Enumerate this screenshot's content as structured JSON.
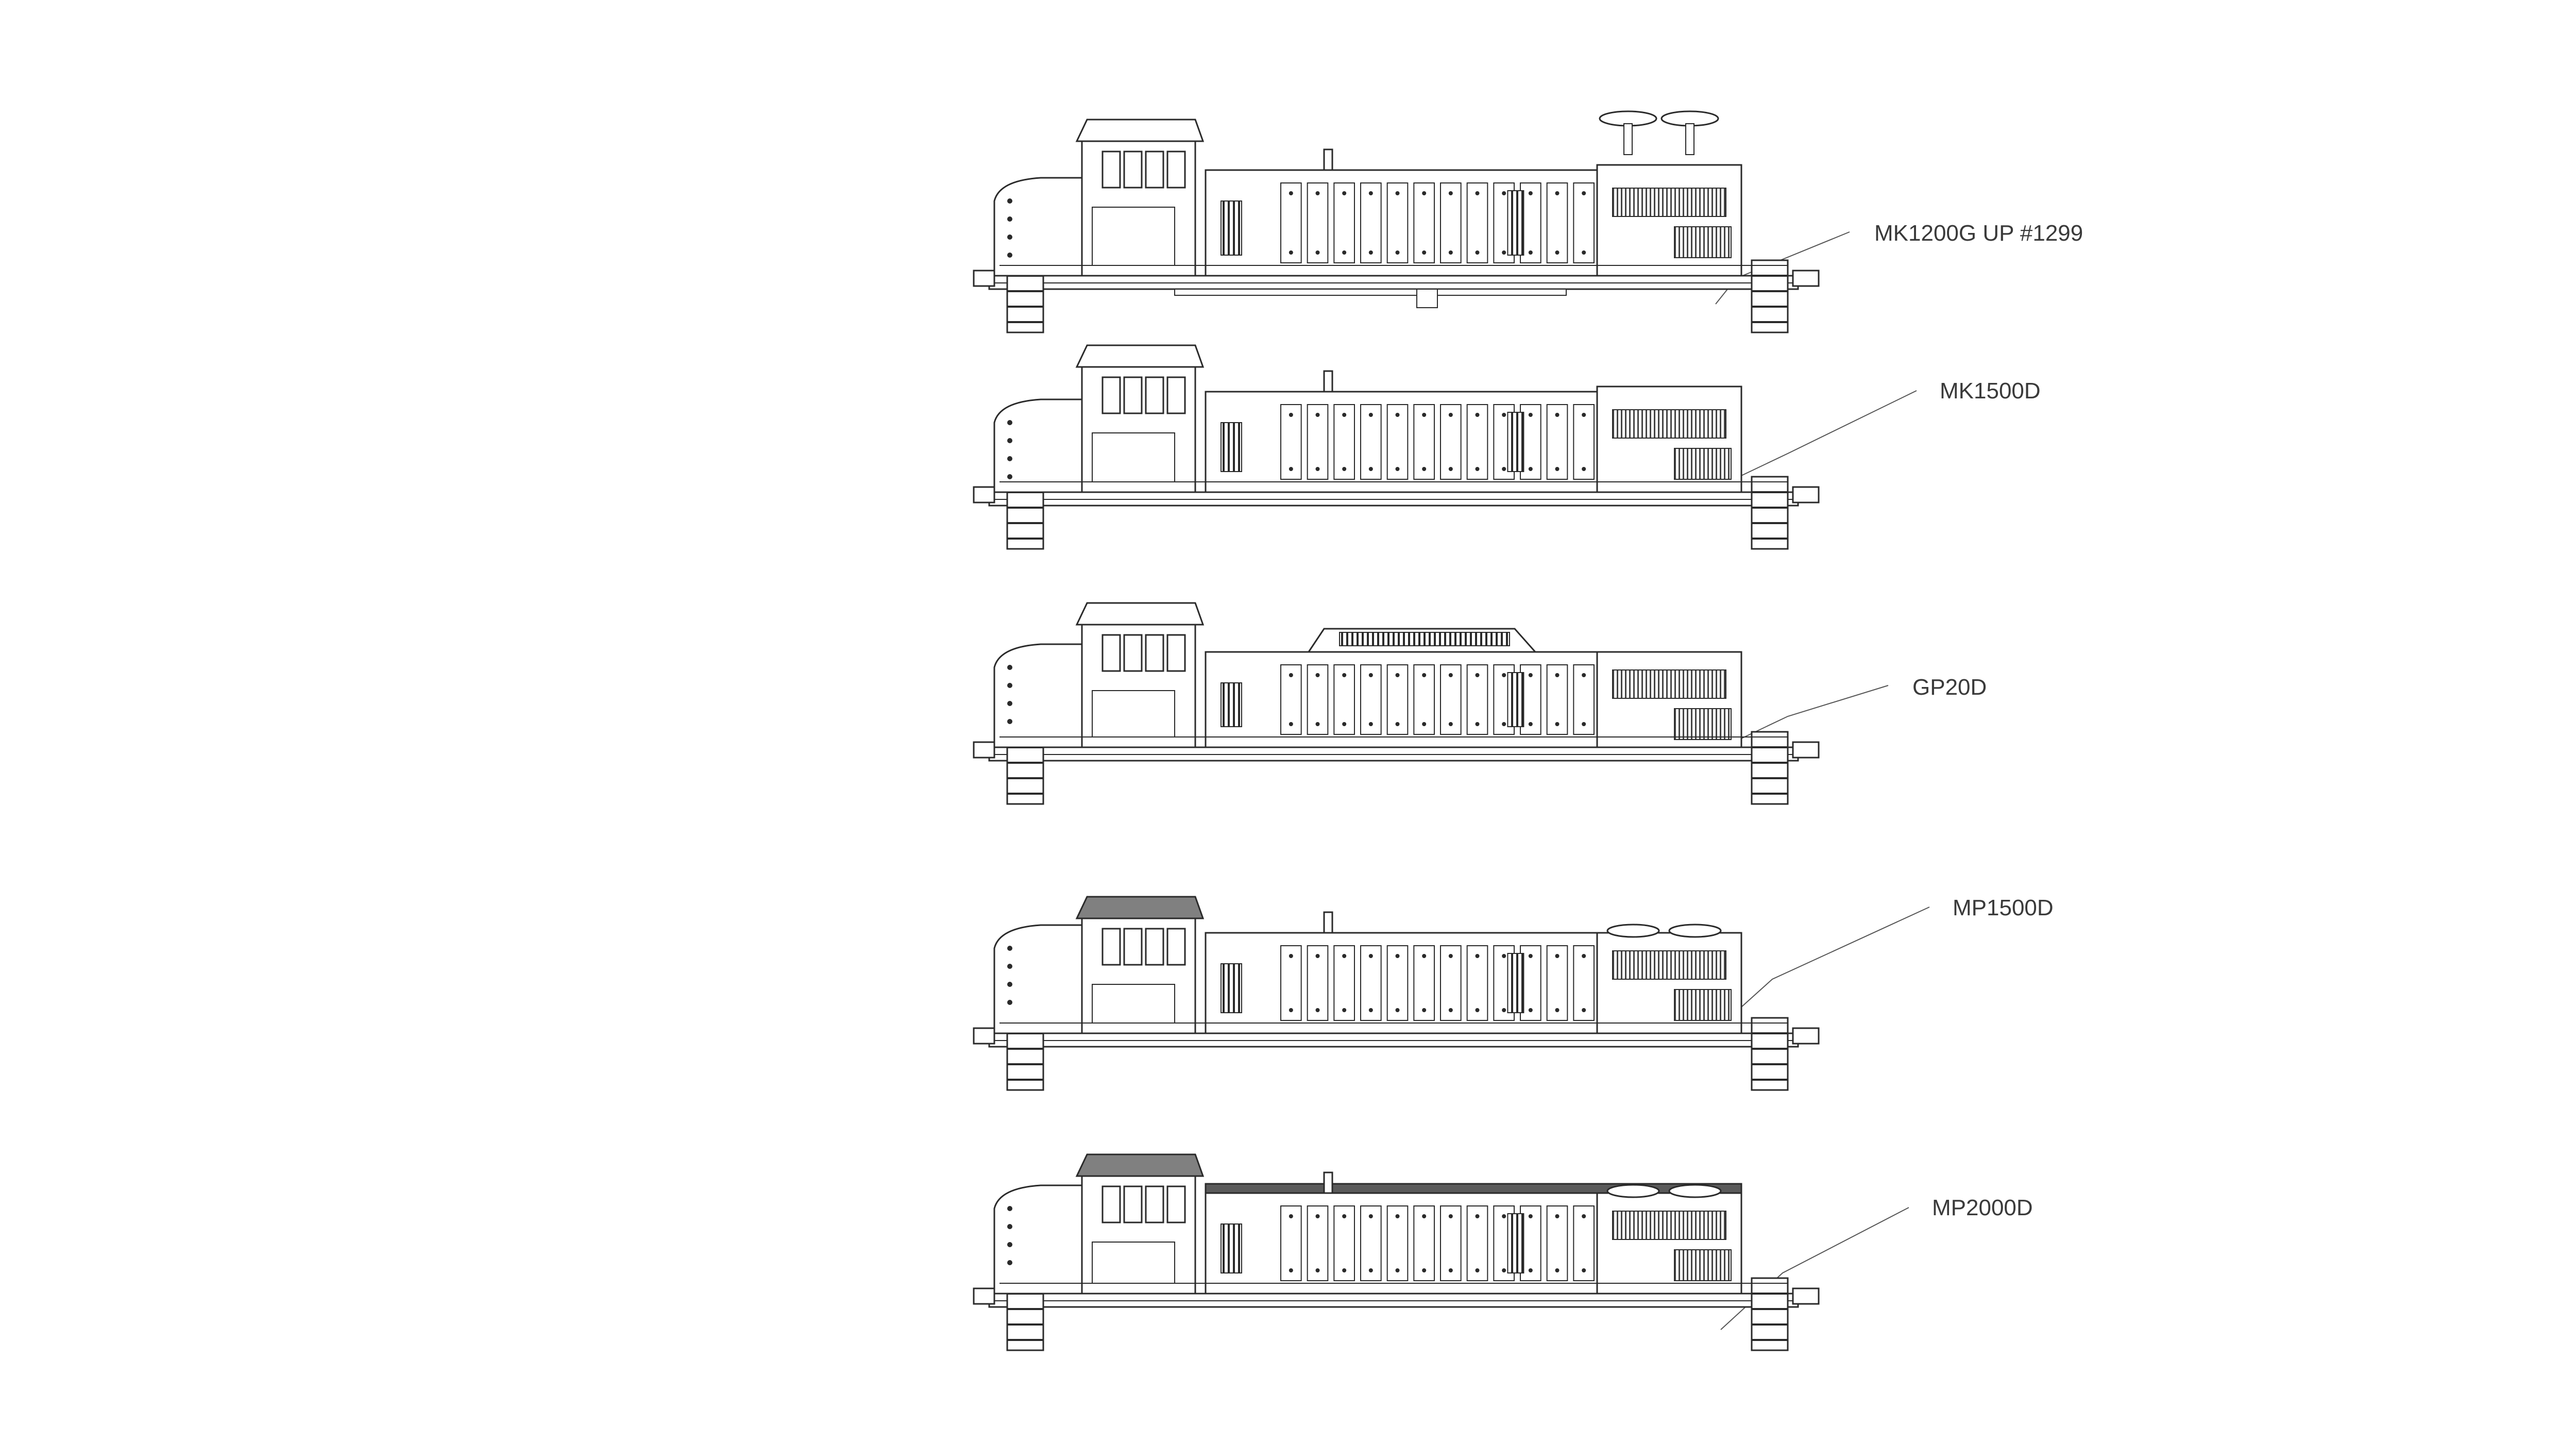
{
  "diagram": {
    "background": "#ffffff",
    "line_color": "#2a2a2a",
    "locomotives": [
      {
        "id": "mk1200g",
        "label": "MK1200G UP #1299",
        "cab": "standard",
        "tall_hood": true,
        "hump": false,
        "radiator_fans": "raised-pair",
        "exhaust_stack": true,
        "dark_roof": false
      },
      {
        "id": "mk1500d",
        "label": "MK1500D",
        "cab": "standard",
        "tall_hood": true,
        "hump": false,
        "radiator_fans": "none",
        "exhaust_stack": true,
        "dark_roof": false
      },
      {
        "id": "gp20d",
        "label": "GP20D",
        "cab": "standard",
        "tall_hood": false,
        "hump": true,
        "radiator_fans": "none",
        "exhaust_stack": false,
        "dark_roof": false
      },
      {
        "id": "mp1500d",
        "label": "MP1500D",
        "cab": "shaded",
        "tall_hood": false,
        "hump": false,
        "radiator_fans": "flush-pair",
        "exhaust_stack": true,
        "dark_roof": false
      },
      {
        "id": "mp2000d",
        "label": "MP2000D",
        "cab": "shaded",
        "tall_hood": false,
        "hump": false,
        "radiator_fans": "flush-pair",
        "exhaust_stack": true,
        "dark_roof": true
      }
    ]
  }
}
